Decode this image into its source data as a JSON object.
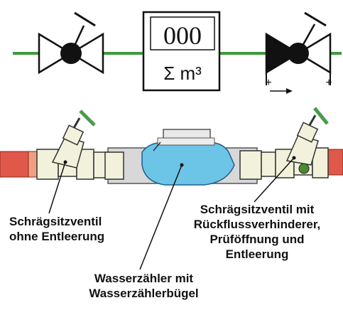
{
  "meter": {
    "reading": "000",
    "unit": "Σ m³"
  },
  "labels": {
    "left_valve": [
      "Schrägsitzventil",
      "ohne Entleerung"
    ],
    "right_valve": [
      "Schrägsitzventil mit",
      "Rückflussverhinderer,",
      "Prüföffnung und",
      "Entleerung"
    ],
    "center_meter": [
      "Wasserzähler mit",
      "Wasserzählerbügel"
    ]
  },
  "colors": {
    "pipe_line": "#3d9a3d",
    "copper_pipe": "#e0584a",
    "water_meter": "#6cc4e6",
    "fitting": "#f2f2dc",
    "handle": "#4a9a4a"
  }
}
